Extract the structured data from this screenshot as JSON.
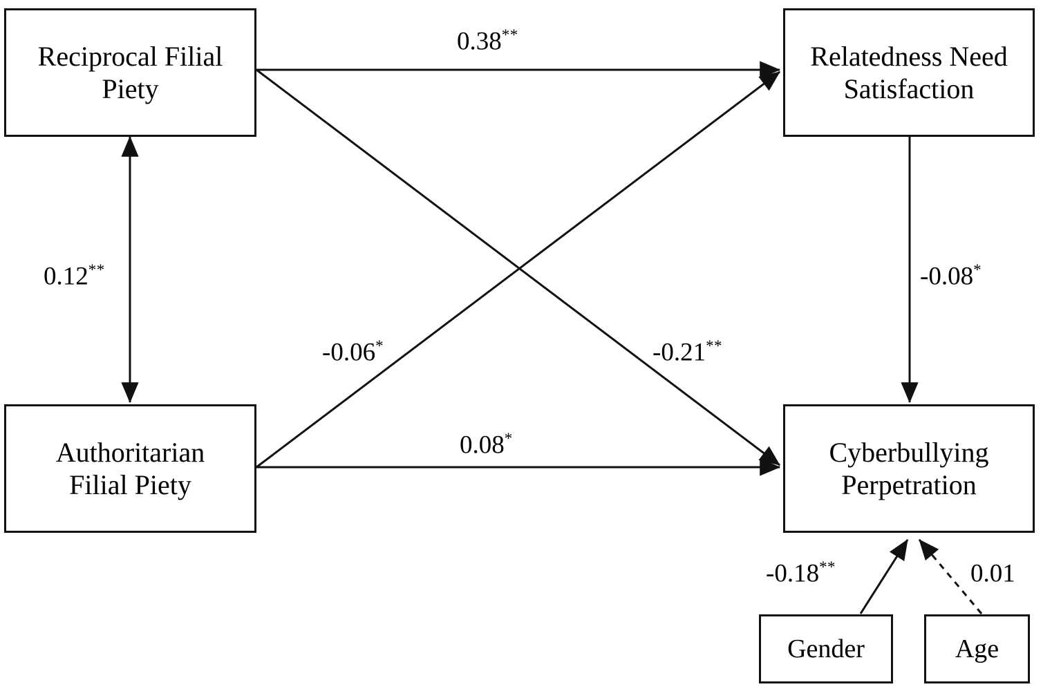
{
  "diagram": {
    "title": "Filial Piety and Cyberbullying Perpetration Path Model",
    "type": "path-diagram",
    "background_color": "#ffffff",
    "line_color": "#111111",
    "nodes": [
      {
        "id": "reciprocal_filial_piety",
        "label": "Reciprocal Filial\nPiety"
      },
      {
        "id": "relatedness_need_satisfaction",
        "label": "Relatedness Need\nSatisfaction"
      },
      {
        "id": "authoritarian_filial_piety",
        "label": "Authoritarian\nFilial Piety"
      },
      {
        "id": "cyberbullying_perpetration",
        "label": "Cyberbullying\nPerpetration"
      },
      {
        "id": "gender",
        "label": "Gender"
      },
      {
        "id": "age",
        "label": "Age"
      }
    ],
    "paths": [
      {
        "id": "rfp_to_rns",
        "from": "reciprocal_filial_piety",
        "to": "relatedness_need_satisfaction",
        "coefficient": "0.38",
        "significance": "**",
        "style": "solid",
        "arrow": "single"
      },
      {
        "id": "rfp_to_afp",
        "from": "reciprocal_filial_piety",
        "to": "authoritarian_filial_piety",
        "coefficient": "0.12",
        "significance": "**",
        "style": "solid",
        "arrow": "double"
      },
      {
        "id": "afp_to_rns",
        "from": "authoritarian_filial_piety",
        "to": "relatedness_need_satisfaction",
        "coefficient": "-0.06",
        "significance": "*",
        "style": "solid",
        "arrow": "single"
      },
      {
        "id": "rfp_to_cb",
        "from": "reciprocal_filial_piety",
        "to": "cyberbullying_perpetration",
        "coefficient": "-0.21",
        "significance": "**",
        "style": "solid",
        "arrow": "single"
      },
      {
        "id": "rns_to_cb",
        "from": "relatedness_need_satisfaction",
        "to": "cyberbullying_perpetration",
        "coefficient": "-0.08",
        "significance": "*",
        "style": "solid",
        "arrow": "single"
      },
      {
        "id": "afp_to_cb",
        "from": "authoritarian_filial_piety",
        "to": "cyberbullying_perpetration",
        "coefficient": "0.08",
        "significance": "*",
        "style": "solid",
        "arrow": "single"
      },
      {
        "id": "gender_to_cb",
        "from": "gender",
        "to": "cyberbullying_perpetration",
        "coefficient": "-0.18",
        "significance": "**",
        "style": "solid",
        "arrow": "single"
      },
      {
        "id": "age_to_cb",
        "from": "age",
        "to": "cyberbullying_perpetration",
        "coefficient": "0.01",
        "significance": "",
        "style": "dashed",
        "arrow": "single"
      }
    ]
  }
}
